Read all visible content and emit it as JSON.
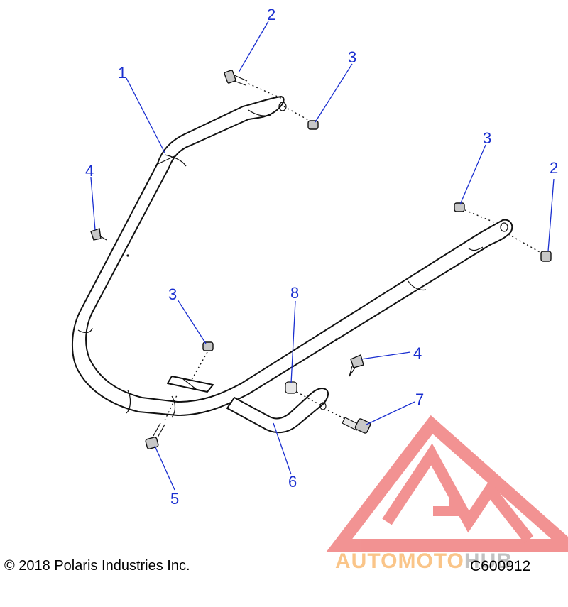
{
  "callouts": [
    {
      "id": "callout-1",
      "number": "1",
      "part": "bumper-bar"
    },
    {
      "id": "callout-2-top",
      "number": "2",
      "part": "bolt"
    },
    {
      "id": "callout-3-top",
      "number": "3",
      "part": "nut"
    },
    {
      "id": "callout-4-left",
      "number": "4",
      "part": "push-rivet"
    },
    {
      "id": "callout-3-right",
      "number": "3",
      "part": "nut"
    },
    {
      "id": "callout-2-right",
      "number": "2",
      "part": "bolt"
    },
    {
      "id": "callout-3-mid",
      "number": "3",
      "part": "nut"
    },
    {
      "id": "callout-8",
      "number": "8",
      "part": "nut"
    },
    {
      "id": "callout-4-right",
      "number": "4",
      "part": "push-rivet"
    },
    {
      "id": "callout-7",
      "number": "7",
      "part": "bolt"
    },
    {
      "id": "callout-6",
      "number": "6",
      "part": "brace"
    },
    {
      "id": "callout-5",
      "number": "5",
      "part": "bolt"
    }
  ],
  "footer": {
    "copyright": "© 2018 Polaris Industries Inc.",
    "figure_code": "C600912"
  },
  "watermark": {
    "text_left": "AUTOMOTO",
    "text_right": "HUB",
    "colors": {
      "triangle": "#e83a3a",
      "text": "#f5962a"
    }
  },
  "colors": {
    "callout": "#1a2fd0",
    "line": "#111111"
  }
}
